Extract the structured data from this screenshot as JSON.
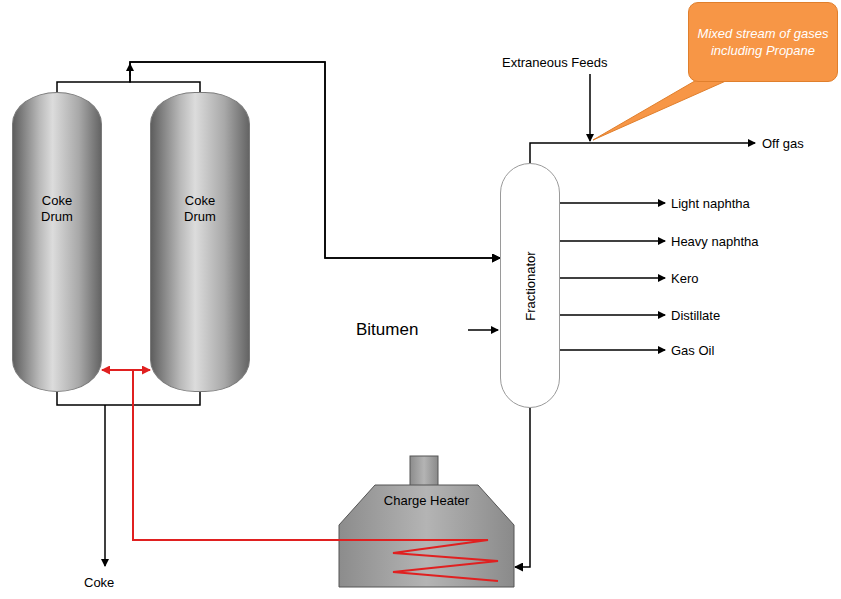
{
  "diagram": {
    "nodes": [
      {
        "text": [
          "Coke Drum"
        ]
      },
      {
        "text": [
          "Coke Drum"
        ]
      },
      {
        "text": [
          "Fractionator"
        ]
      },
      {
        "text": [
          "Charge Heater"
        ]
      },
      {
        "text": [
          "Mixed stream of gases including Propane"
        ]
      }
    ],
    "edges": [
      {
        "from": 0,
        "to": 2,
        "arrow": "to"
      },
      {
        "from": 1,
        "to": 2,
        "arrow": "to"
      },
      {
        "from": 2,
        "to": 3,
        "arrow": "to"
      },
      {
        "from": 3,
        "to": 0,
        "arrow": "to"
      },
      {
        "from": 3,
        "to": 1,
        "arrow": "to"
      }
    ],
    "labels": [
      "Extraneous Feeds",
      "Off gas",
      "Light naphtha",
      "Heavy naphtha",
      "Kero",
      "Distillate",
      "Gas Oil",
      "Bitumen",
      "Coke"
    ]
  }
}
